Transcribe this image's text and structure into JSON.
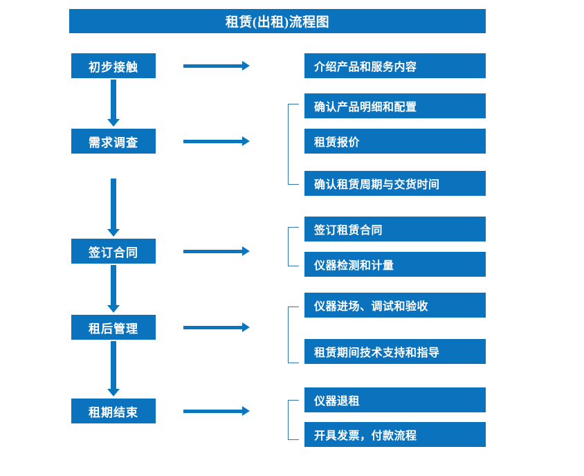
{
  "title": "租赁(出租)流程图",
  "colors": {
    "box_blue": "#0b72be",
    "arrow_blue": "#0b76c0",
    "bracket_blue": "#2e74b5",
    "text_white": "#ffffff",
    "background": "#ffffff"
  },
  "stages": [
    {
      "id": "initial-contact",
      "label": "初步接触"
    },
    {
      "id": "needs-survey",
      "label": "需求调查"
    },
    {
      "id": "sign-contract",
      "label": "签订合同"
    },
    {
      "id": "post-rental-management",
      "label": "租后管理"
    },
    {
      "id": "lease-end",
      "label": "租期结束"
    }
  ],
  "details": [
    {
      "id": "d1",
      "label": "介绍产品和服务内容"
    },
    {
      "id": "d2",
      "label": "确认产品明细和配置"
    },
    {
      "id": "d3",
      "label": "租赁报价"
    },
    {
      "id": "d4",
      "label": "确认租赁周期与交货时间"
    },
    {
      "id": "d5",
      "label": "签订租赁合同"
    },
    {
      "id": "d6",
      "label": "仪器检测和计量"
    },
    {
      "id": "d7",
      "label": "仪器进场、调试和验收"
    },
    {
      "id": "d8",
      "label": "租赁期间技术支持和指导"
    },
    {
      "id": "d9",
      "label": "仪器退租"
    },
    {
      "id": "d10",
      "label": "开具发票，付款流程"
    }
  ],
  "connectors": {
    "horizontal_arrow_count": 5,
    "vertical_arrow_count": 4,
    "bracket_count": 4
  }
}
